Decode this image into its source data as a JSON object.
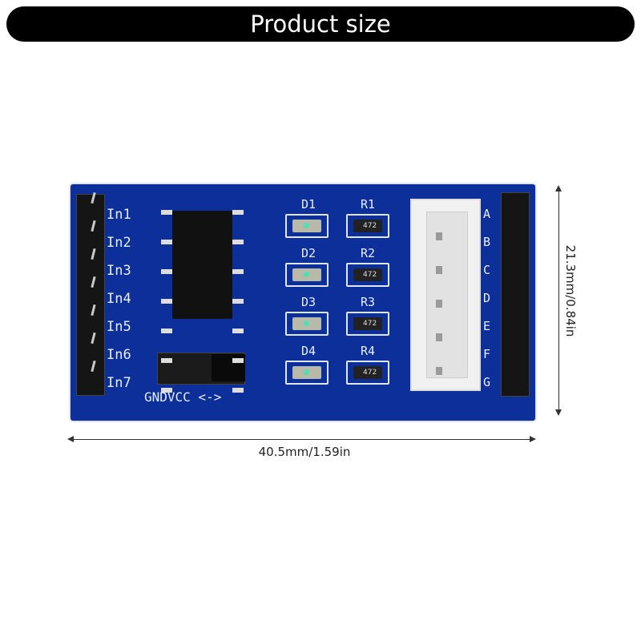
{
  "title": "Product size",
  "board": {
    "inputs": [
      "In1",
      "In2",
      "In3",
      "In4",
      "In5",
      "In6",
      "In7"
    ],
    "outputs": [
      "A",
      "B",
      "C",
      "D",
      "E",
      "F",
      "G"
    ],
    "leds": [
      "D1",
      "D2",
      "D3",
      "D4"
    ],
    "resistors": [
      "R1",
      "R2",
      "R3",
      "R4"
    ],
    "resistor_code": "472",
    "power_label": "GNDVCC <->"
  },
  "dimensions": {
    "width": "40.5mm/1.59in",
    "height": "21.3mm/0.84in"
  }
}
